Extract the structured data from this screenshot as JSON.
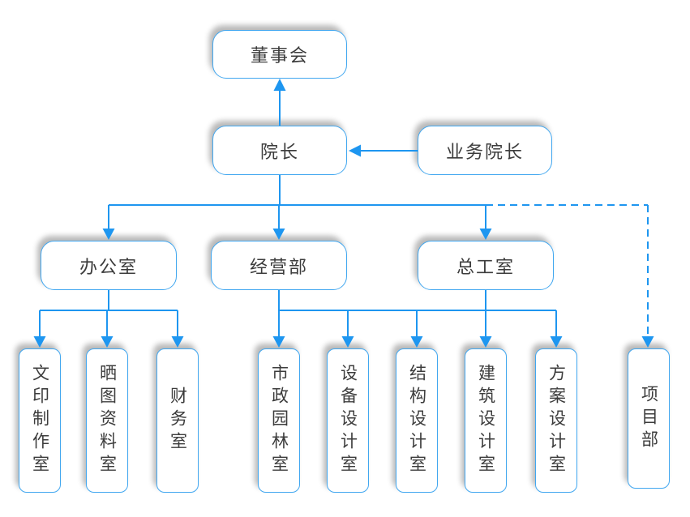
{
  "colors": {
    "line": "#1e96f0",
    "box_border": "#41a7f0",
    "text": "#3c3c3c"
  },
  "nodes": {
    "board": {
      "label": "董事会"
    },
    "dean": {
      "label": "院长"
    },
    "business_dean": {
      "label": "业务院长"
    },
    "office": {
      "label": "办公室"
    },
    "operations_dept": {
      "label": "经营部"
    },
    "chief_engineer_office": {
      "label": "总工室"
    },
    "print_production_room": {
      "label": "文印制作室"
    },
    "blueprint_archive_room": {
      "label": "晒图资料室"
    },
    "finance_room": {
      "label": "财务室"
    },
    "municipal_landscape_room": {
      "label": "市政园林室"
    },
    "equipment_design_room": {
      "label": "设备设计室"
    },
    "structural_design_room": {
      "label": "结构设计室"
    },
    "architectural_design_room": {
      "label": "建筑设计室"
    },
    "scheme_design_room": {
      "label": "方案设计室"
    },
    "project_department": {
      "label": "项目部"
    }
  }
}
